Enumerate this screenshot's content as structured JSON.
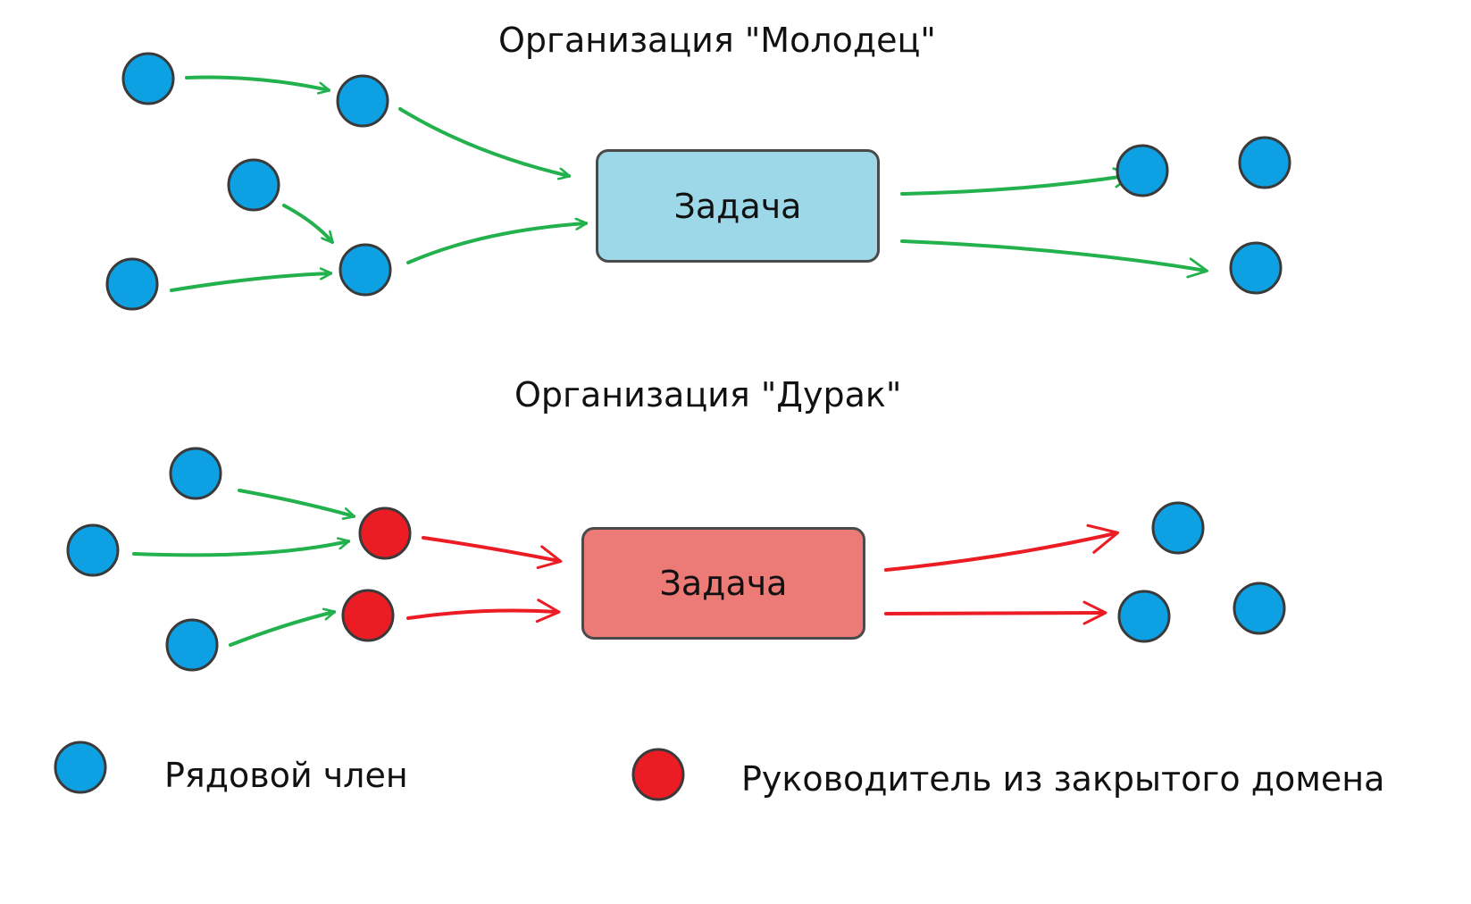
{
  "diagram": {
    "title_good": "Организация \"Молодец\"",
    "title_bad": "Организация \"Дурак\"",
    "task_label": "Задача"
  },
  "legend": {
    "member_label": "Рядовой член",
    "leader_label": "Руководитель из закрытого домена"
  },
  "colors": {
    "member": "#0da0e2",
    "leader": "#ec1c24",
    "node_outline": "#3a3a3a",
    "arrow_good": "#22b14c",
    "arrow_bad": "#ec1c24",
    "task_good_fill": "#9dd8e8",
    "task_bad_fill": "#ec7a77"
  }
}
